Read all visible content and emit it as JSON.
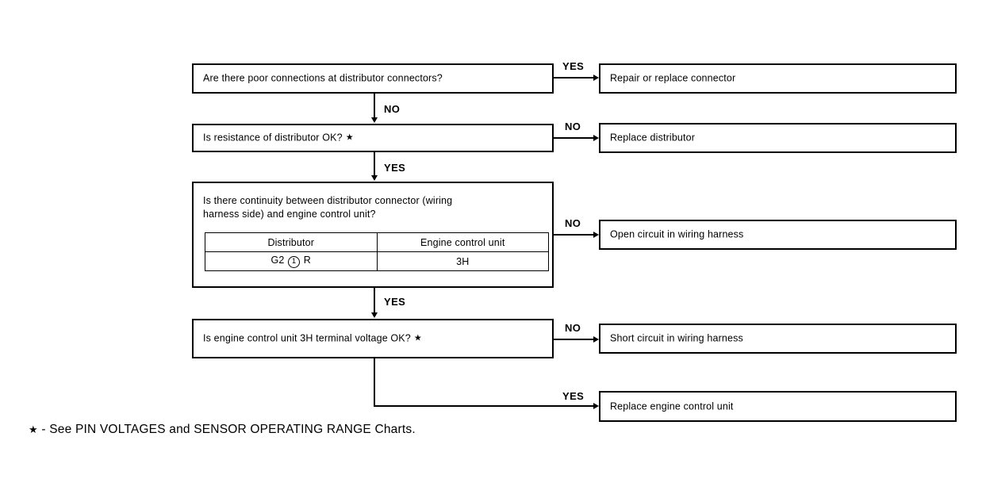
{
  "diagram": {
    "type": "troubleshooting-flowchart",
    "questions": [
      {
        "id": "q1",
        "text": "Are there poor connections at distributor connectors?"
      },
      {
        "id": "q2",
        "text": "Is resistance of distributor OK?",
        "star": "★"
      },
      {
        "id": "q3",
        "line1": "Is there continuity between distributor connector (wiring",
        "line2": "harness side) and engine control unit?",
        "table": {
          "headers": [
            "Distributor",
            "Engine control unit"
          ],
          "rows": [
            {
              "distributor_prefix": "G2",
              "distributor_circled": "1",
              "distributor_suffix": "R",
              "engine_control_unit": "3H"
            }
          ]
        }
      },
      {
        "id": "q4",
        "text": "Is engine control unit 3H terminal voltage OK?",
        "star": "★"
      }
    ],
    "actions": [
      {
        "id": "a1",
        "text": "Repair or replace connector"
      },
      {
        "id": "a2",
        "text": "Replace distributor"
      },
      {
        "id": "a3",
        "text": "Open circuit in wiring harness"
      },
      {
        "id": "a4",
        "text": "Short circuit in wiring harness"
      },
      {
        "id": "a5",
        "text": "Replace engine control unit"
      }
    ],
    "branch_labels": {
      "q1_yes": "YES",
      "q1_no": "NO",
      "q2_no": "NO",
      "q2_yes": "YES",
      "q3_no": "NO",
      "q3_yes": "YES",
      "q4_no": "NO",
      "q4_yes": "YES"
    },
    "footnote": {
      "star": "★",
      "dash": "-",
      "text": "See PIN VOLTAGES and SENSOR OPERATING RANGE Charts."
    },
    "colors": {
      "line": "#000000",
      "background": "#ffffff",
      "text": "#000000"
    }
  }
}
